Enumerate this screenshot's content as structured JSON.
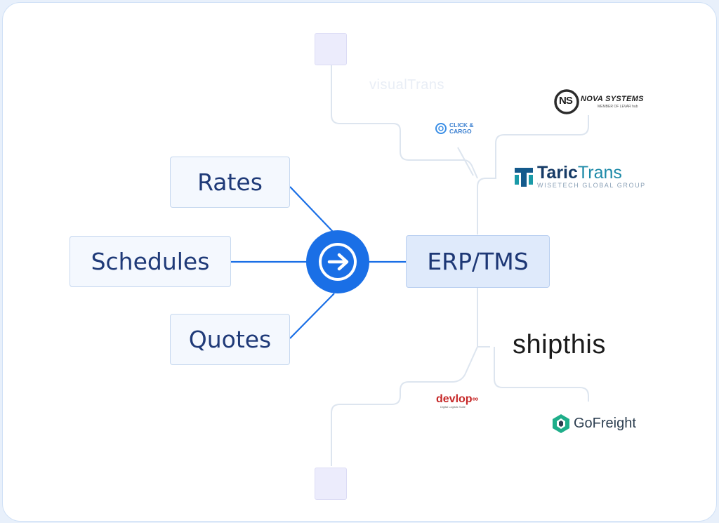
{
  "inputs": [
    {
      "label": "Rates"
    },
    {
      "label": "Schedules"
    },
    {
      "label": "Quotes"
    }
  ],
  "hub": {
    "icon": "arrow-right-circle-icon"
  },
  "target": {
    "label": "ERP/TMS"
  },
  "logos": {
    "visualtrans": {
      "text": "visualTrans"
    },
    "novasystems": {
      "mark": "NS",
      "name": "NOVA SYSTEMS",
      "tagline": "MEMBER OF LEVAR hub"
    },
    "clickcargo": {
      "line1": "CLICK &",
      "line2": "CARGO"
    },
    "tarictrans": {
      "name1": "Taric",
      "name2": "Trans",
      "tagline": "WISETECH GLOBAL GROUP"
    },
    "shipthis": {
      "name": "shipthis"
    },
    "devlop": {
      "name": "devlop",
      "tagline": "Digital Logistic Suite"
    },
    "gofreight": {
      "name": "GoFreight"
    }
  },
  "colors": {
    "accent": "#1a6fe6",
    "box_text": "#1f3a78",
    "line": "#dde5ef"
  }
}
